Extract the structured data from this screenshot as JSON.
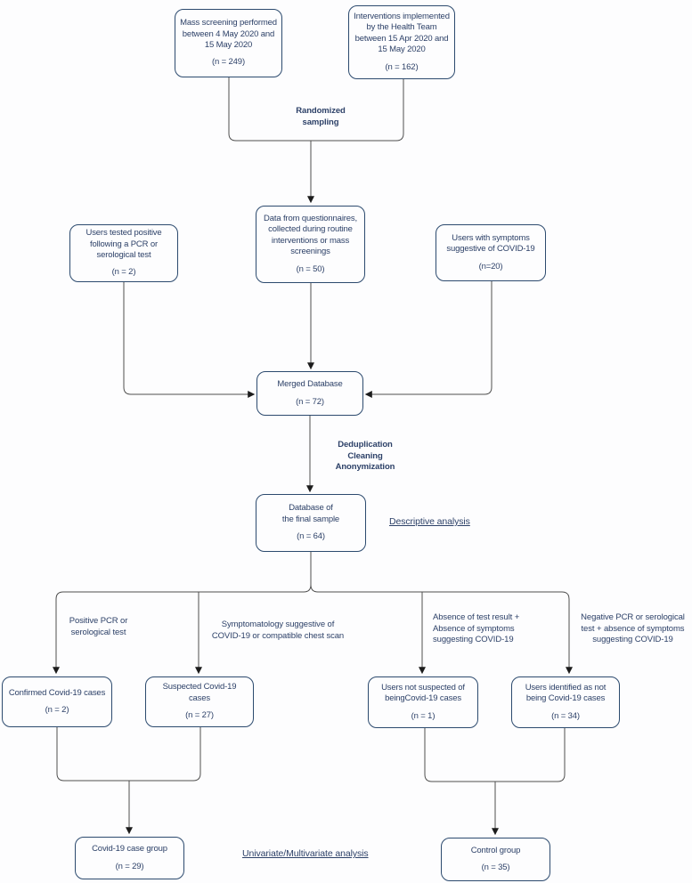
{
  "colors": {
    "box_border": "#2c4a6e",
    "text": "#2d4168",
    "connector_line": "#4e4e4e",
    "arrowhead": "#1c1c1c",
    "background": "#fdfdfe"
  },
  "nodes": {
    "mass_screening": {
      "text": "Mass screening performed\nbetween 4 May 2020 and\n15 May 2020",
      "n": "(n = 249)"
    },
    "interventions": {
      "text": "Interventions implemented\nby the Health Team\nbetween 15 Apr 2020 and\n15 May 2020",
      "n": "(n = 162)"
    },
    "questionnaires": {
      "text": "Data from questionnaires,\ncollected during routine\ninterventions or mass\nscreenings",
      "n": "(n = 50)"
    },
    "tested_positive": {
      "text": "Users tested positive\nfollowing a PCR or\nserological test",
      "n": "(n = 2)"
    },
    "symptoms": {
      "text": "Users with symptoms\nsuggestive of COVID-19",
      "n": "(n=20)"
    },
    "merged": {
      "text": "Merged Database",
      "n": "(n = 72)"
    },
    "final_sample": {
      "text": "Database of\nthe final sample",
      "n": "(n = 64)"
    },
    "confirmed": {
      "text": "Confirmed Covid-19 cases",
      "n": "(n = 2)"
    },
    "suspected": {
      "text": "Suspected Covid-19\ncases",
      "n": "(n = 27)"
    },
    "not_suspected": {
      "text": "Users not suspected of\nbeingCovid-19 cases",
      "n": "(n = 1)"
    },
    "identified_not": {
      "text": "Users identified as not\nbeing Covid-19 cases",
      "n": "(n = 34)"
    },
    "case_group": {
      "text": "Covid-19 case group",
      "n": "(n = 29)"
    },
    "control_group": {
      "text": "Control group",
      "n": "(n = 35)"
    }
  },
  "edge_labels": {
    "randomized": "Randomized\nsampling",
    "dedup": "Deduplication\nCleaning\nAnonymization",
    "positive_pcr": "Positive PCR or\nserological test",
    "symptomatology": "Symptomatology suggestive of\nCOVID-19 or compatible chest scan",
    "absence": "Absence of test result +\nAbsence of symptoms\nsuggesting COVID-19",
    "negative": "Negative PCR or serological\ntest + absence of symptoms\nsuggesting COVID-19"
  },
  "analysis_labels": {
    "descriptive": "Descriptive analysis",
    "univariate": "Univariate/Multivariate analysis"
  }
}
